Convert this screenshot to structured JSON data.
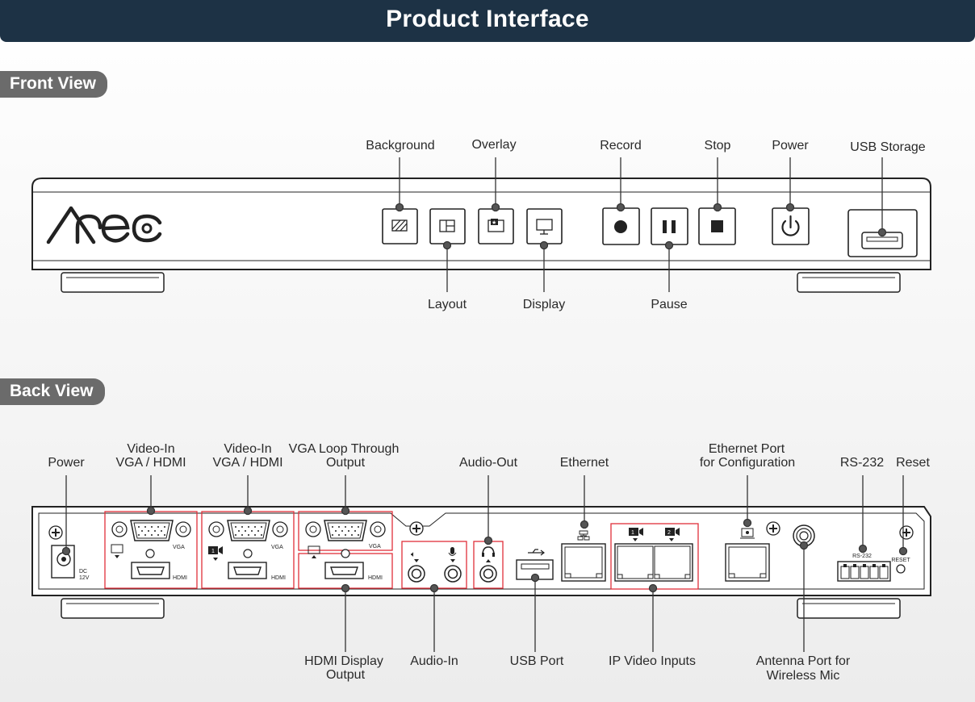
{
  "title": "Product Interface",
  "front": {
    "section_label": "Front View",
    "logo": "Arec",
    "labels": {
      "background": "Background",
      "overlay": "Overlay",
      "record": "Record",
      "stop": "Stop",
      "power": "Power",
      "usb_storage": "USB Storage",
      "layout": "Layout",
      "display": "Display",
      "pause": "Pause"
    }
  },
  "back": {
    "section_label": "Back View",
    "labels": {
      "power": "Power",
      "video_in_1_a": "Video-In",
      "video_in_1_b": "VGA / HDMI",
      "video_in_2_a": "Video-In",
      "video_in_2_b": "VGA / HDMI",
      "vga_loop_a": "VGA Loop Through",
      "vga_loop_b": "Output",
      "audio_out": "Audio-Out",
      "ethernet": "Ethernet",
      "eth_config_a": "Ethernet Port",
      "eth_config_b": "for Configuration",
      "rs232": "RS-232",
      "reset": "Reset",
      "hdmi_display_a": "HDMI Display",
      "hdmi_display_b": "Output",
      "audio_in": "Audio-In",
      "usb_port": "USB Port",
      "ip_video_inputs": "IP Video Inputs",
      "antenna_a": "Antenna Port for",
      "antenna_b": "Wireless Mic"
    },
    "panel_text": {
      "dc": "DC",
      "dc_v": "12V",
      "vga": "VGA",
      "hdmi": "HDMI",
      "rs232_small": "RS-232",
      "reset_small": "RESET",
      "ip1": "1",
      "ip2": "2",
      "cam1": "1"
    }
  }
}
